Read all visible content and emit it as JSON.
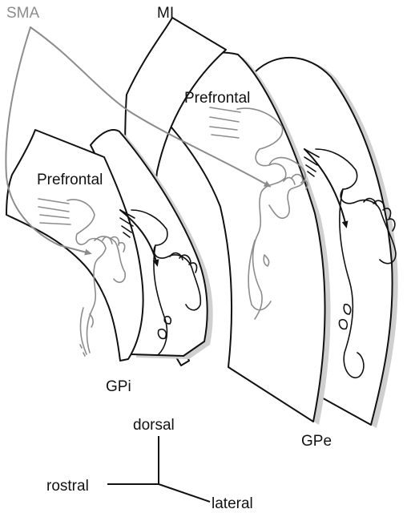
{
  "labels": {
    "sma": "SMA",
    "mi": "MI",
    "prefrontal_gpe": "Prefrontal",
    "prefrontal_gpi": "Prefrontal",
    "gpi": "GPi",
    "gpe": "GPe"
  },
  "orientation": {
    "dorsal": "dorsal",
    "rostral": "rostral",
    "lateral": "lateral"
  },
  "colors": {
    "ink": "#111111",
    "grey_projection": "#8c8c8c",
    "shadow": "#cfcfcf",
    "background": "#ffffff"
  }
}
